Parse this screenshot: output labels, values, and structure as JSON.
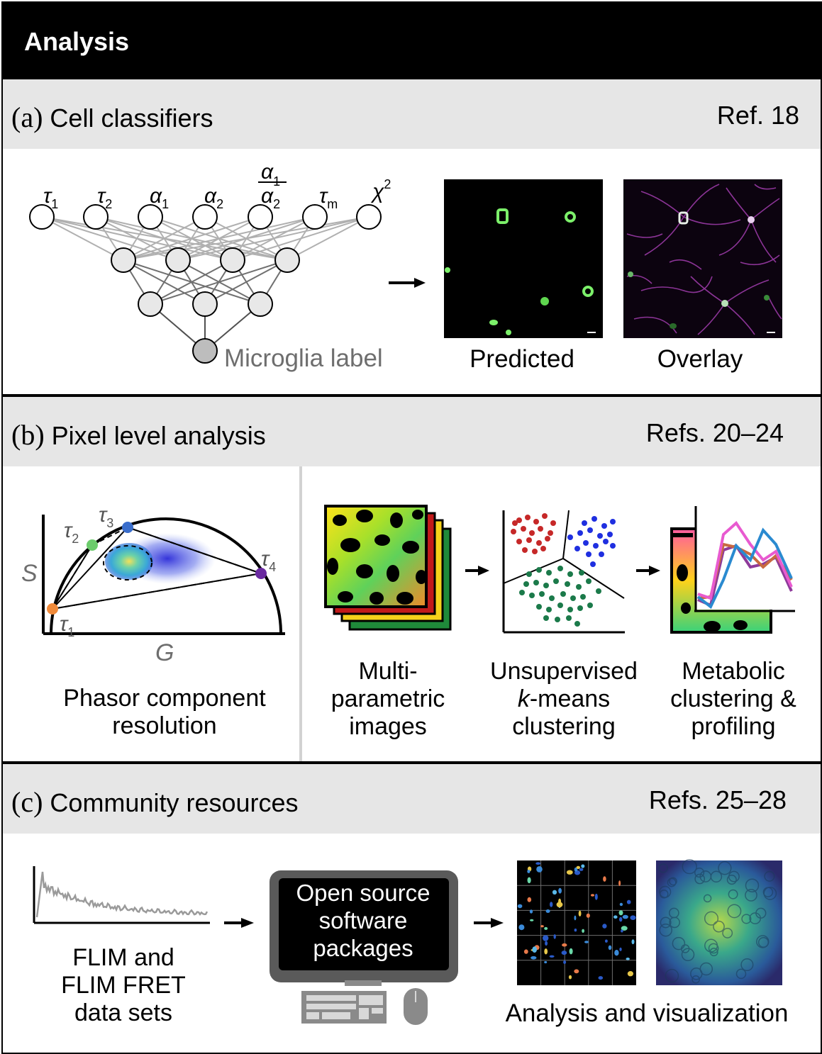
{
  "title": "Analysis",
  "colors": {
    "header_bg": "#000000",
    "section_head_bg": "#e6e6e6",
    "cell_green": "#7cf06a",
    "microglia_magenta": "#c038c8",
    "phasor_orange": "#f08a3a",
    "phasor_green": "#6ccc6c",
    "phasor_blue": "#3a6ecc",
    "phasor_purple": "#6a2aa0",
    "cluster_red": "#c62828",
    "cluster_blue": "#1f2fe0",
    "cluster_green": "#1b7a4a"
  },
  "section_a": {
    "letter": "(a)",
    "heading": "Cell classifiers",
    "ref": "Ref. 18",
    "inputs": [
      "τ1",
      "τ2",
      "α1",
      "α2",
      "α1/α2",
      "τm",
      "χ2"
    ],
    "output_label": "Microglia label",
    "image_labels": [
      "Predicted",
      "Overlay"
    ]
  },
  "section_b": {
    "letter": "(b)",
    "heading": "Pixel level analysis",
    "ref": "Refs. 20–24",
    "phasor": {
      "axis_y": "S",
      "axis_x": "G",
      "components": [
        "τ1",
        "τ2",
        "τ3",
        "τ4"
      ],
      "caption_line1": "Phasor component",
      "caption_line2": "resolution"
    },
    "steps": [
      {
        "line1": "Multi-",
        "line2": "parametric",
        "line3": "images"
      },
      {
        "line1": "Unsupervised",
        "line2a": "k",
        "line2b": "-means",
        "line3": "clustering"
      },
      {
        "line1": "Metabolic",
        "line2": "clustering &",
        "line3": "profiling"
      }
    ]
  },
  "section_c": {
    "letter": "(c)",
    "heading": "Community resources",
    "ref": "Refs. 25–28",
    "data_caption": [
      "FLIM and",
      "FLIM FRET",
      "data sets"
    ],
    "computer_text": [
      "Open source",
      "software",
      "packages"
    ],
    "output_caption": "Analysis and visualization"
  }
}
